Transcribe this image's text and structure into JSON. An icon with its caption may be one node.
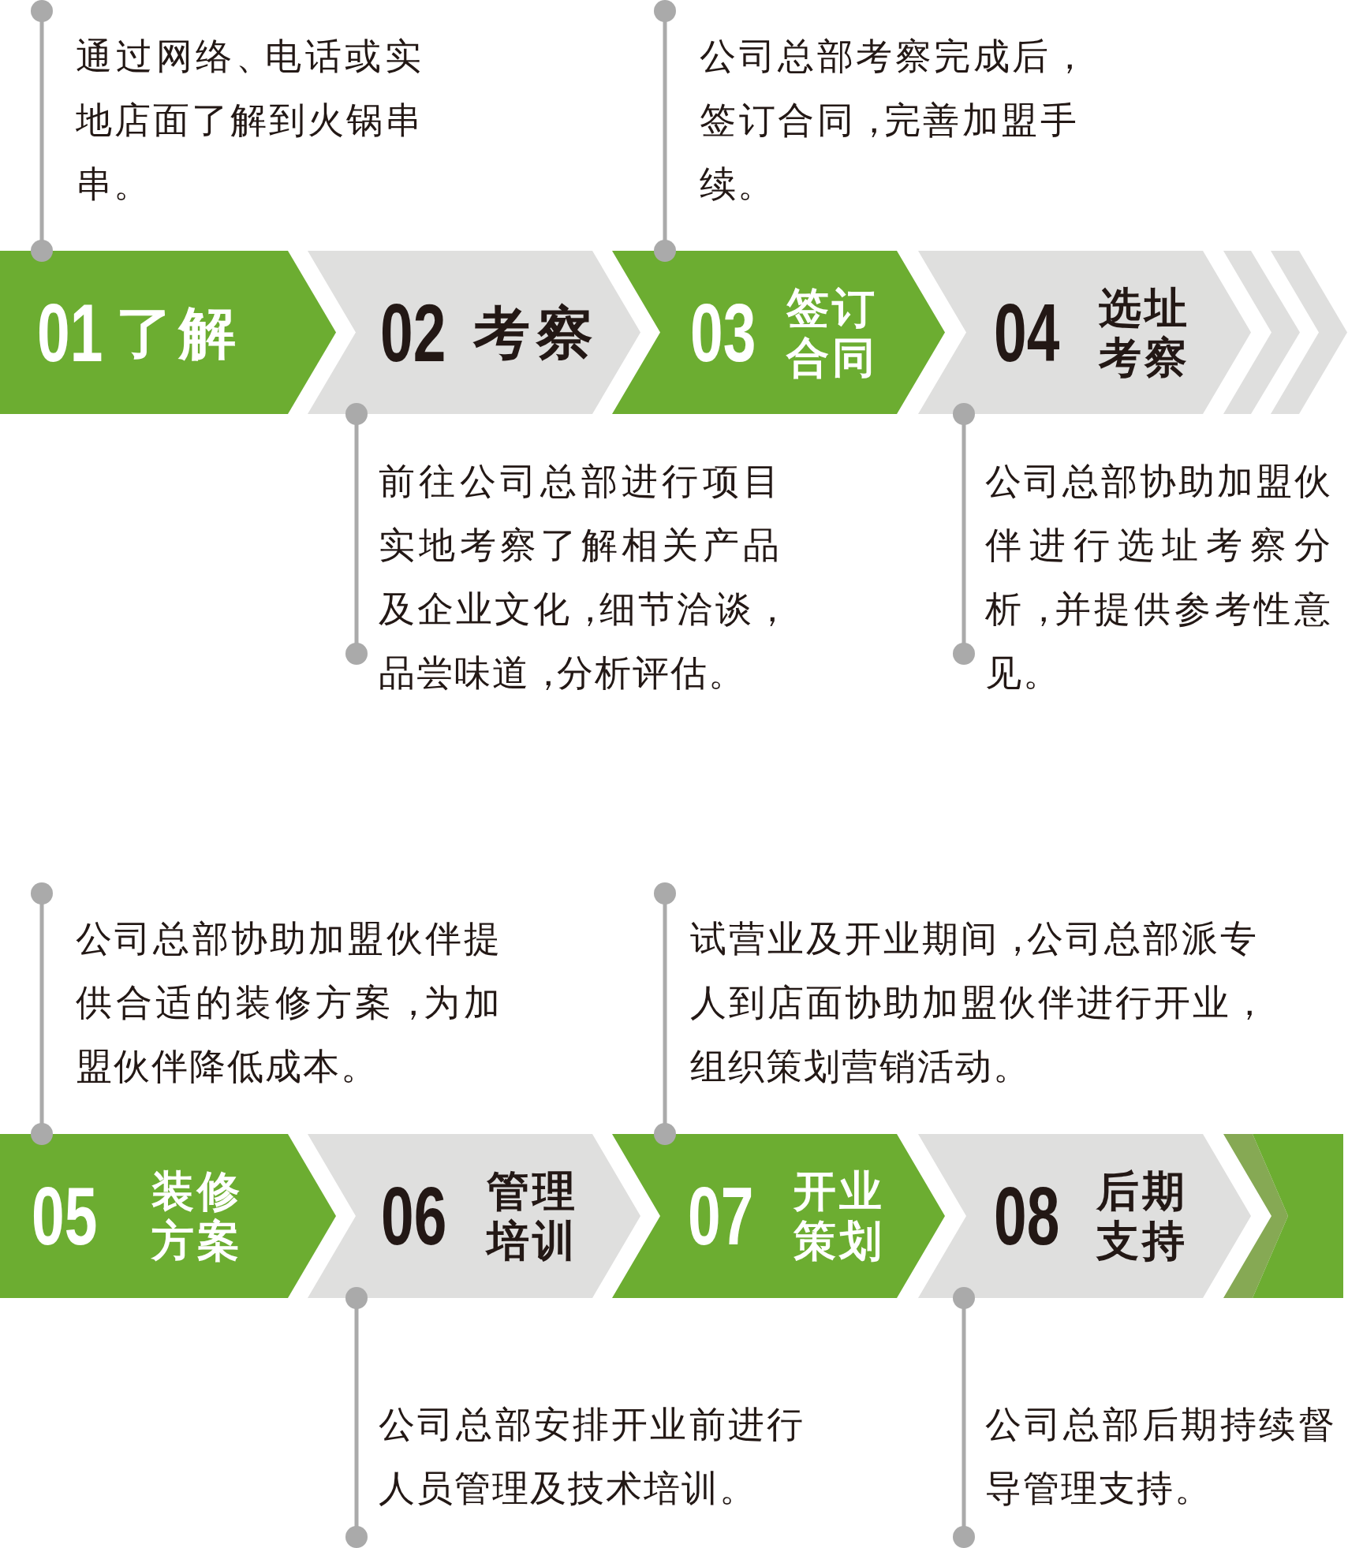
{
  "diagram": {
    "nodes": [
      {
        "text": [
          "01",
          "了解"
        ]
      },
      {
        "text": [
          "通过网络、电话或实地店面了解到火锅串串。"
        ]
      },
      {
        "text": [
          "02",
          "考察"
        ]
      },
      {
        "text": [
          "前往公司总部进行项目实地考察了解相关产品及企业文化，细节洽谈，品尝味道，分析评估。"
        ]
      },
      {
        "text": [
          "03",
          "签订合同"
        ]
      },
      {
        "text": [
          "公司总部考察完成后，签订合同，完善加盟手续。"
        ]
      },
      {
        "text": [
          "04",
          "选址考察"
        ]
      },
      {
        "text": [
          "公司总部协助加盟伙伴进行选址考察分析，并提供参考性意见。"
        ]
      },
      {
        "text": [
          "05",
          "装修方案"
        ]
      },
      {
        "text": [
          "公司总部协助加盟伙伴提供合适的装修方案，为加盟伙伴降低成本。"
        ]
      },
      {
        "text": [
          "06",
          "管理培训"
        ]
      },
      {
        "text": [
          "公司总部安排开业前进行人员管理及技术培训。"
        ]
      },
      {
        "text": [
          "07",
          "开业策划"
        ]
      },
      {
        "text": [
          "试营业及开业期间，公司总部派专人到店面协助加盟伙伴进行开业，组织策划营销活动。"
        ]
      },
      {
        "text": [
          "08",
          "后期支持"
        ]
      },
      {
        "text": [
          "公司总部后期持续督导管理支持。"
        ]
      }
    ],
    "edges": [
      {
        "from": 1,
        "to": 0,
        "arrow": "other"
      },
      {
        "from": 3,
        "to": 2,
        "arrow": "other"
      },
      {
        "from": 5,
        "to": 4,
        "arrow": "other"
      },
      {
        "from": 7,
        "to": 6,
        "arrow": "other"
      },
      {
        "from": 9,
        "to": 8,
        "arrow": "other"
      },
      {
        "from": 11,
        "to": 10,
        "arrow": "other"
      },
      {
        "from": 13,
        "to": 12,
        "arrow": "other"
      },
      {
        "from": 15,
        "to": 14,
        "arrow": "other"
      }
    ]
  }
}
